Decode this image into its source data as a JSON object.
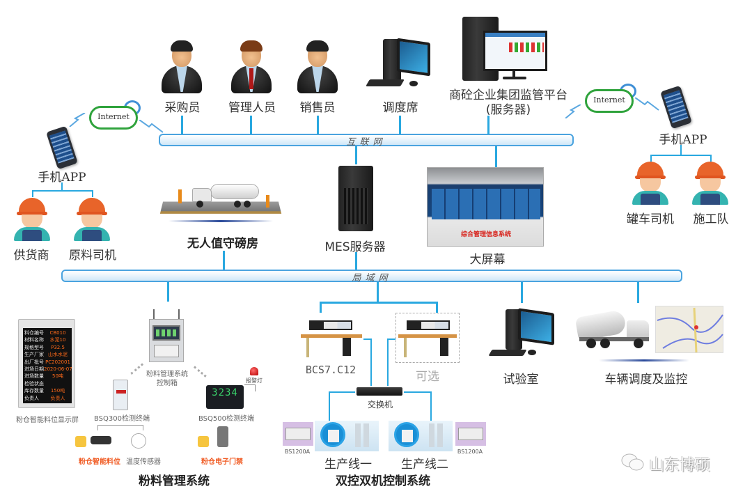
{
  "buses": {
    "internet": "互联网",
    "lan": "局域网"
  },
  "top_row": {
    "purchaser": "采购员",
    "manager": "管理人员",
    "sales": "销售员",
    "dispatch": "调度席",
    "group_platform_line1": "商砼企业集团监管平台",
    "group_platform_line2": "(服务器)"
  },
  "left_mobile": {
    "cloud": "Internet",
    "app": "手机APP",
    "users": [
      "供货商",
      "原料司机"
    ]
  },
  "right_mobile": {
    "cloud": "Internet",
    "app": "手机APP",
    "users": [
      "罐车司机",
      "施工队"
    ]
  },
  "middle_row": {
    "weighbridge": "无人值守磅房",
    "mes_server": "MES服务器",
    "big_screen": "大屏幕",
    "big_screen_banner": "综合管理信息系统"
  },
  "powder_system": {
    "title": "粉料管理系统",
    "display_label": "粉仓智能料位显示屏",
    "display_rows": [
      {
        "key": "料仓编号",
        "value": "CB010"
      },
      {
        "key": "材料名称",
        "value": "水泥10"
      },
      {
        "key": "规格型号",
        "value": "P32.5"
      },
      {
        "key": "生产厂家",
        "value": "山水水泥"
      },
      {
        "key": "出厂批号",
        "value": "PC202001"
      },
      {
        "key": "进场日期",
        "value": "2020-06-07"
      },
      {
        "key": "进场数量",
        "value": "50吨"
      },
      {
        "key": "检验状态",
        "value": ""
      },
      {
        "key": "库存数量",
        "value": "150吨"
      },
      {
        "key": "负责人",
        "value": "负责人"
      }
    ],
    "control_box_line1": "粉料管理系统",
    "control_box_line2": "控制箱",
    "bsq300": "BSQ300检测终端",
    "bsq500": "BSQ500检测终端",
    "bsq500_reading": "3234",
    "alarm_light": "报警灯",
    "level_sensor": "粉仓智能料位",
    "temp_sensor": "温度传感器",
    "door_lock": "粉仓电子门禁"
  },
  "dual_control": {
    "title": "双控双机控制系统",
    "station1": "BCS7.C12",
    "station2": "可选",
    "switch": "交换机",
    "line1": "生产线一",
    "line2": "生产线二",
    "controller_left": "BS1200A",
    "controller_right": "BS1200A"
  },
  "right_bottom": {
    "lab": "试验室",
    "vehicle": "车辆调度及监控"
  },
  "watermark": "山东博硕",
  "colors": {
    "bus_line": "#29a8e0",
    "highlight_orange": "#f05a22",
    "cloud_green": "#2fa33c"
  }
}
